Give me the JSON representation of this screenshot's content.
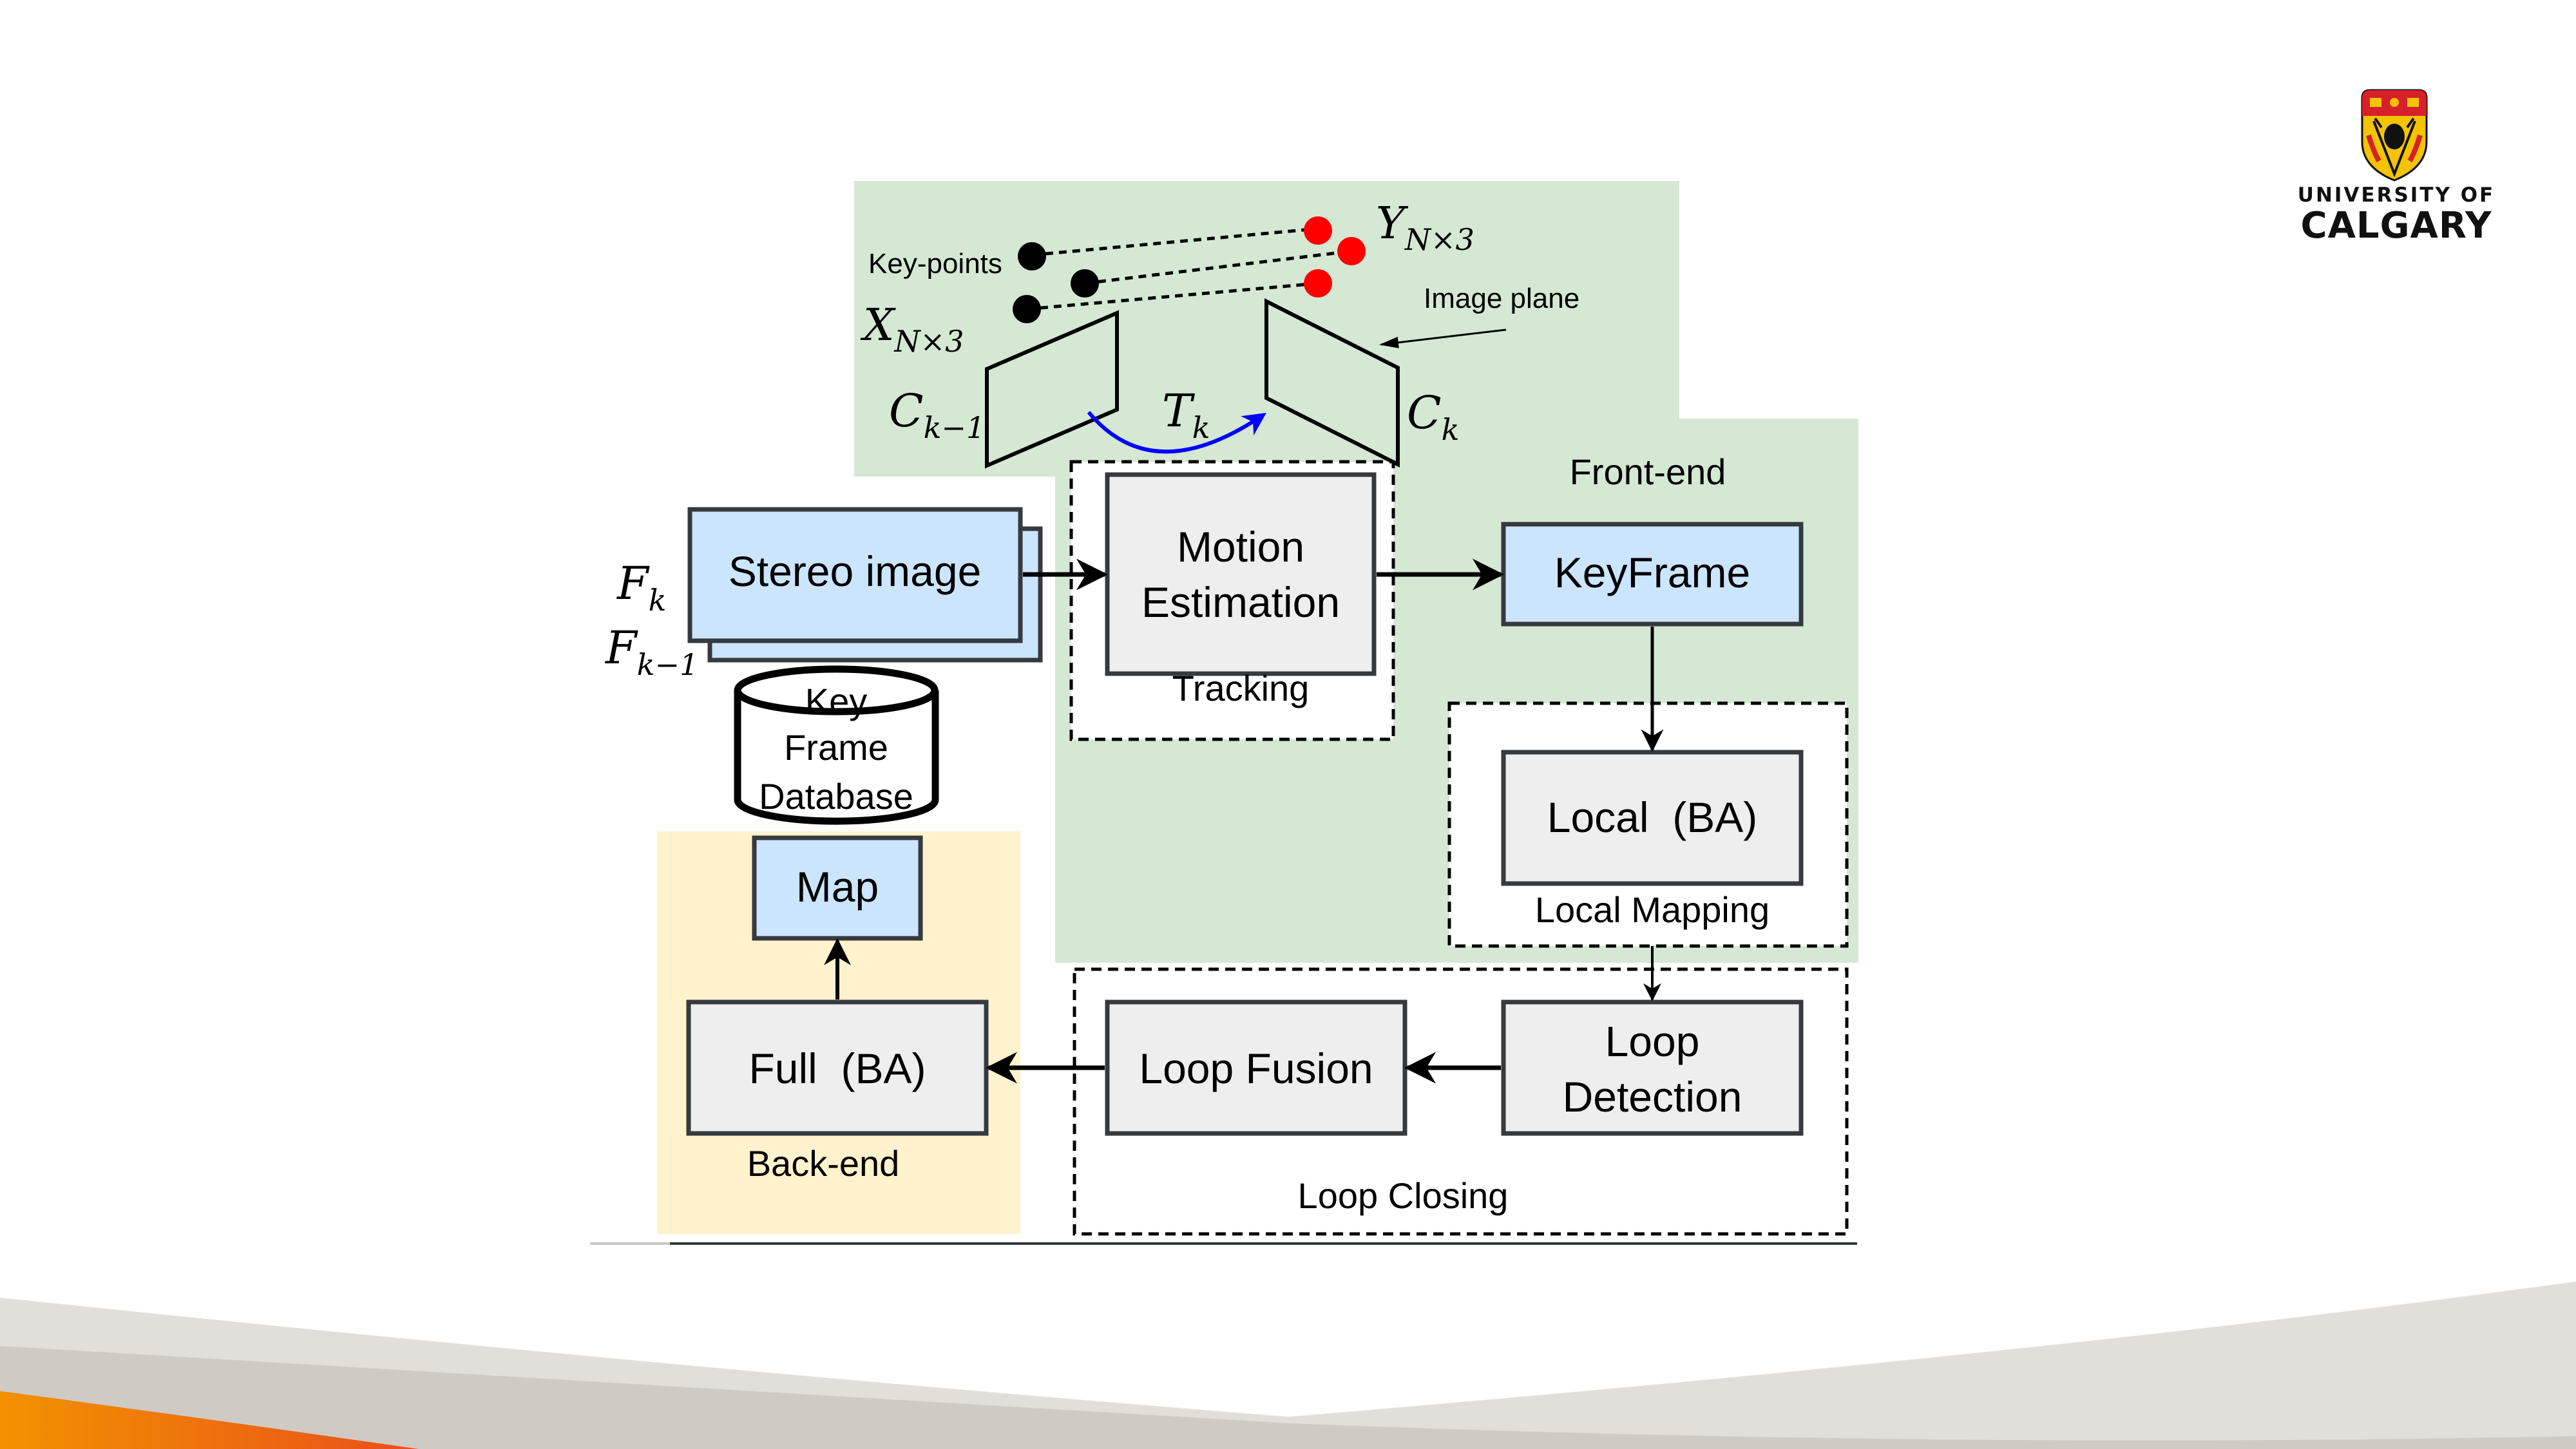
{
  "slide": {
    "logo": {
      "line1": "UNIVERSITY OF",
      "line2": "CALGARY",
      "crest_colors": {
        "red": "#d6202a",
        "yellow": "#f5c400",
        "black": "#111111"
      }
    },
    "colors": {
      "front_end_bg": "#d5e8d4",
      "back_end_bg": "#fff2cc",
      "blue_box": "#cce5ff",
      "grey_box": "#eeeeee",
      "box_border": "#36393d",
      "motion_arrow": "#0000ff",
      "keypoint_src": "#000000",
      "keypoint_dst": "#ff0000",
      "footer_grey": "#d6d2cc",
      "footer_orange": "#f07d00"
    }
  },
  "diagram": {
    "camera": {
      "keypoints_label": "Key-points",
      "x_label": "X",
      "x_sub": "N×3",
      "y_label": "Y",
      "y_sub": "N×3",
      "image_plane_label": "Image plane",
      "c_prev_label": "C",
      "c_prev_sub": "k−1",
      "c_curr_label": "C",
      "c_curr_sub": "k",
      "t_label": "T",
      "t_sub": "k"
    },
    "inputs": {
      "fk_label": "F",
      "fk_sub": "k",
      "fk1_label": "F",
      "fk1_sub": "k−1",
      "stereo_label": "Stereo image"
    },
    "database": {
      "line1": "Key",
      "line2": "Frame",
      "line3": "Database"
    },
    "front_end": {
      "title": "Front-end",
      "motion_line1": "Motion",
      "motion_line2": "Estimation",
      "tracking_label": "Tracking",
      "keyframe_label": "KeyFrame",
      "local_ba_label": "Local  (BA)",
      "local_mapping_label": "Local Mapping"
    },
    "loop_closing": {
      "title": "Loop Closing",
      "detection_line1": "Loop",
      "detection_line2": "Detection",
      "fusion_label": "Loop Fusion"
    },
    "back_end": {
      "title": "Back-end",
      "map_label": "Map",
      "full_ba_label": "Full  (BA)"
    }
  }
}
